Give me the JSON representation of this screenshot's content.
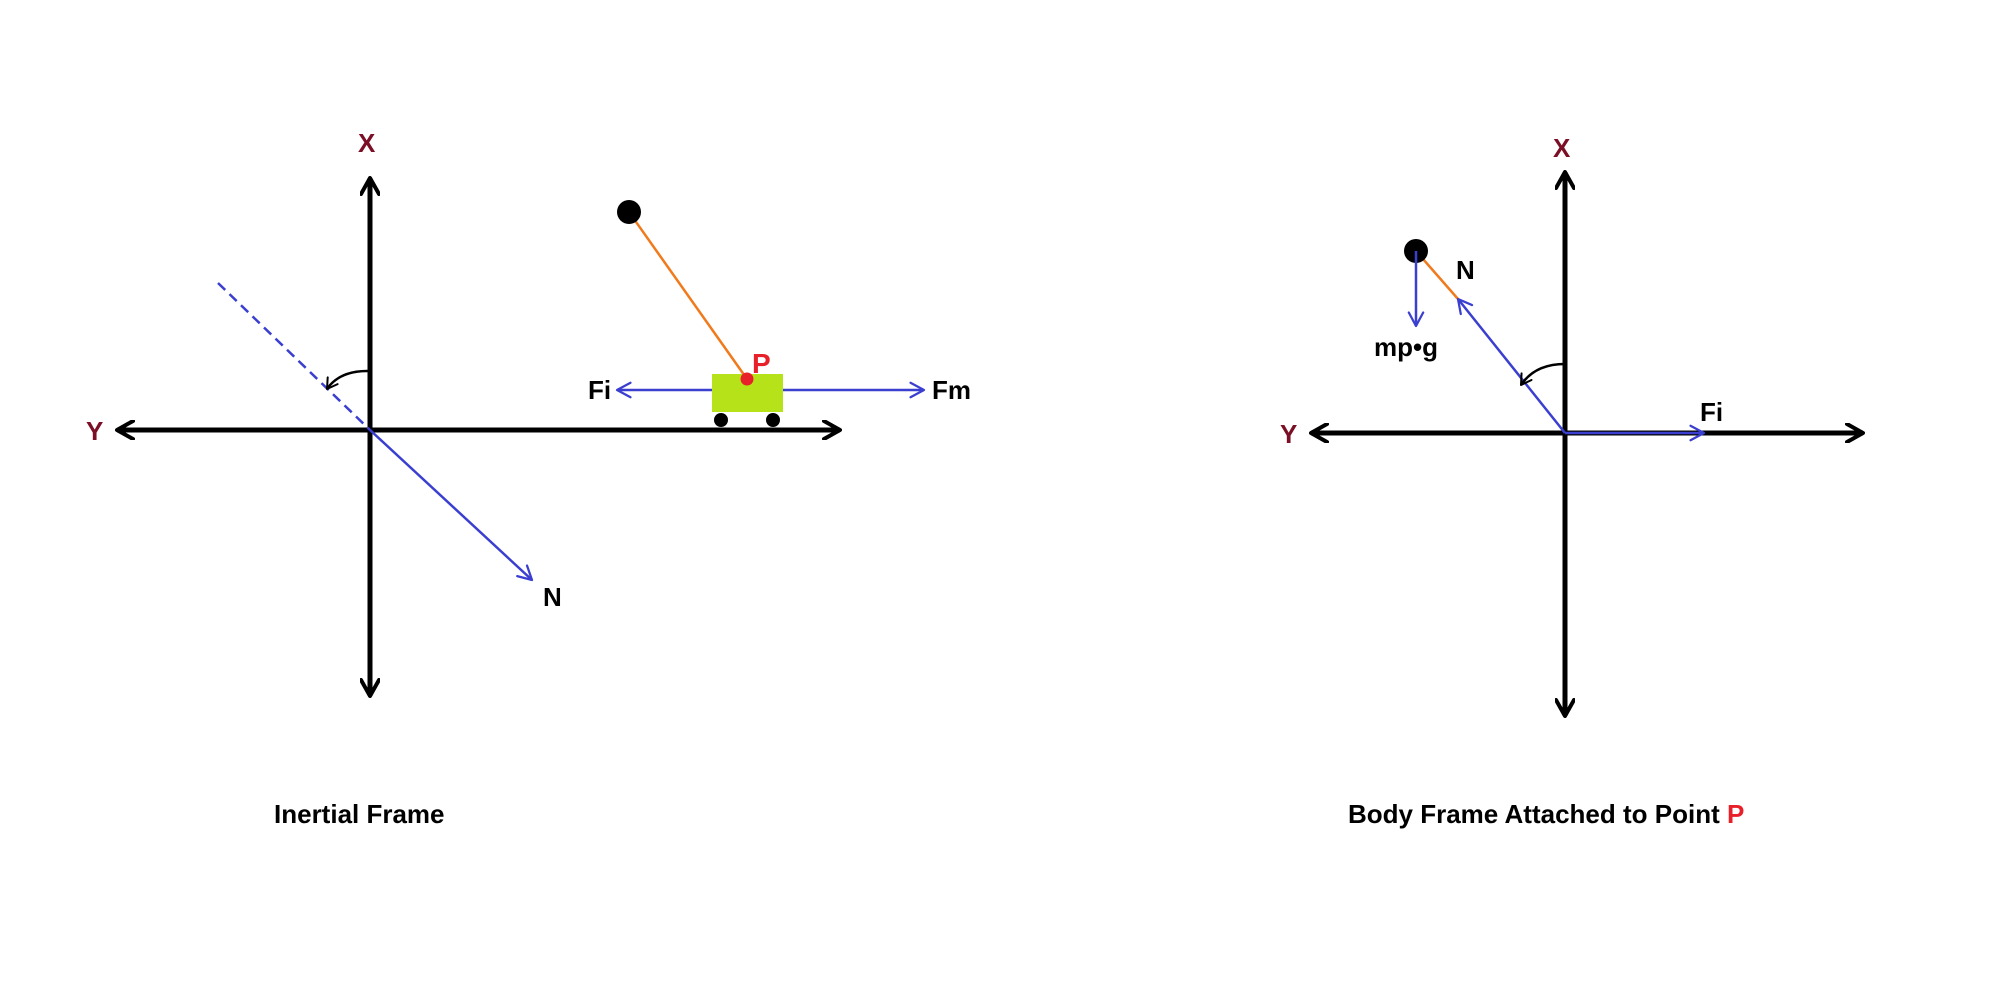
{
  "colors": {
    "axis": "#000000",
    "axis_label": "#7a0f25",
    "force": "#3b3fd0",
    "rod": "#f07a1c",
    "cart": "#b6e21a",
    "point": "#e8202a",
    "mass": "#000000"
  },
  "left_frame": {
    "caption": "Inertial Frame",
    "axis_x_label": "X",
    "axis_y_label": "Y",
    "normal_label": "N",
    "force_inertial_label": "Fi",
    "force_motor_label": "Fm",
    "point_label": "P"
  },
  "right_frame": {
    "caption_prefix": "Body Frame Attached to Point ",
    "caption_point": "P",
    "axis_x_label": "X",
    "axis_y_label": "Y",
    "normal_label": "N",
    "weight_label": "mp•g",
    "force_inertial_label": "Fi"
  }
}
